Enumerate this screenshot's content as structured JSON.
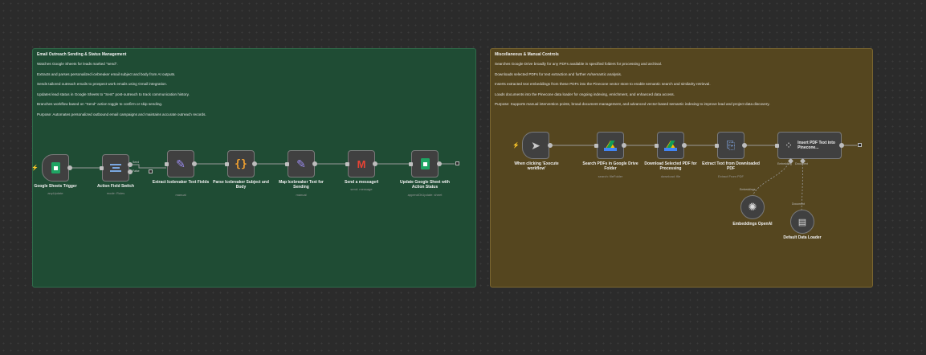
{
  "stickies": {
    "outreach": {
      "title": "Email Outreach Sending & Status Management",
      "lines": [
        "Watches Google Sheets for leads marked \"send\".",
        "Extracts and parses personalized icebreaker email subject and body from AI outputs.",
        "Sends tailored outreach emails to prospect work emails using Gmail integration.",
        "Updates lead status in Google Sheets to \"Sent\" post-outreach to track communication history.",
        "Branches workflow based on \"Send\" action toggle to confirm or skip sending.",
        "Purpose: Automates personalized outbound email campaigns and maintains accurate outreach records."
      ]
    },
    "misc": {
      "title": "Miscellaneous & Manual Controls",
      "lines": [
        "Searches Google Drive broadly for any PDFs available in specified folders for processing and archival.",
        "Downloads selected PDFs for text extraction and further AI/semantic analysis.",
        "Inserts extracted text embeddings from these PDFs into the Pinecone vector store to enable semantic search and similarity retrieval.",
        "Loads documents into the Pinecone data loader for ongoing indexing, enrichment, and enhanced data access.",
        "Purpose: Supports manual intervention points, broad document management, and advanced vector-based semantic indexing to improve lead and project data discovery."
      ]
    }
  },
  "nodes": {
    "sheets_trigger": {
      "label": "Google Sheets Trigger",
      "sub": "anyUpdate",
      "icon": "google-sheets-icon"
    },
    "action_switch": {
      "label": "Action Field Switch",
      "sub": "mode: Rules",
      "icon": "switch-icon",
      "out1": "Send",
      "out2": "False"
    },
    "extract_fields": {
      "label": "Extract Icebreaker Text Fields",
      "sub": "manual",
      "icon": "pencil-icon"
    },
    "parse_subject": {
      "label": "Parse Icebreaker Subject and Body",
      "sub": "",
      "icon": "braces-icon"
    },
    "map_text": {
      "label": "Map Icebreaker Text for Sending",
      "sub": "manual",
      "icon": "pencil-icon"
    },
    "send_message": {
      "label": "Send a message4",
      "sub": "send: message",
      "icon": "gmail-icon"
    },
    "update_sheet": {
      "label": "Update Google Sheet with Action Status",
      "sub": "appendOrUpdate: sheet",
      "icon": "google-sheets-icon"
    },
    "manual_trigger": {
      "label": "When clicking 'Execute workflow'",
      "sub": "",
      "icon": "cursor-icon"
    },
    "search_pdfs": {
      "label": "Search PDFs in Google Drive Folder",
      "sub": "search: fileFolder",
      "icon": "google-drive-icon"
    },
    "download_pdf": {
      "label": "Download Selected PDF for Processing",
      "sub": "download: file",
      "icon": "google-drive-icon"
    },
    "extract_text": {
      "label": "Extract Text from Downloaded PDF",
      "sub": "Extract From PDF",
      "icon": "pdf-icon"
    },
    "insert_pinecone": {
      "label": "Insert PDF Text into Pinecone...",
      "sub": "",
      "icon": "pinecone-icon",
      "port_labels": [
        "Embedding",
        "Document"
      ]
    },
    "embeddings": {
      "label": "Embeddings OpenAI",
      "sub": "",
      "icon": "openai-icon",
      "top_label": "Embeddings"
    },
    "loader": {
      "label": "Default Data Loader",
      "sub": "",
      "icon": "document-icon",
      "top_label": "Document"
    }
  },
  "colors": {
    "canvas": "#2b2b2b",
    "sticky_green": "#1f4c34",
    "sticky_brown": "#55461f",
    "node_bg": "#404040",
    "trigger_bolt": "#ff6d3a"
  }
}
